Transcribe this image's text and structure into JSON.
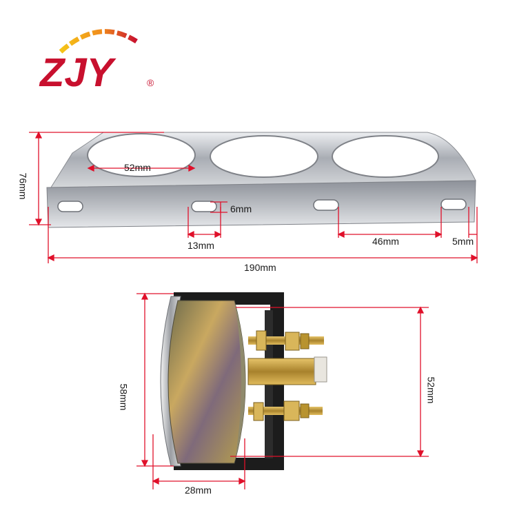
{
  "brand": {
    "logo_text": "ZJY",
    "registered_mark": "®",
    "color_primary": "#c8102e",
    "color_arc": [
      "#c8102e",
      "#f08a1c",
      "#f5c518"
    ]
  },
  "bracket_dimensions": {
    "hole_diameter": "52mm",
    "height": "76mm",
    "slot_height": "6mm",
    "slot_width": "13mm",
    "slot_spacing": "46mm",
    "edge_offset": "5mm",
    "total_width": "190mm"
  },
  "gauge_dimensions": {
    "total_diameter": "58mm",
    "body_diameter": "52mm",
    "depth": "28mm"
  },
  "colors": {
    "dimension_line": "#e0102a",
    "bracket_chrome": "#b9bcc2",
    "mount_black": "#1c1c1c"
  }
}
